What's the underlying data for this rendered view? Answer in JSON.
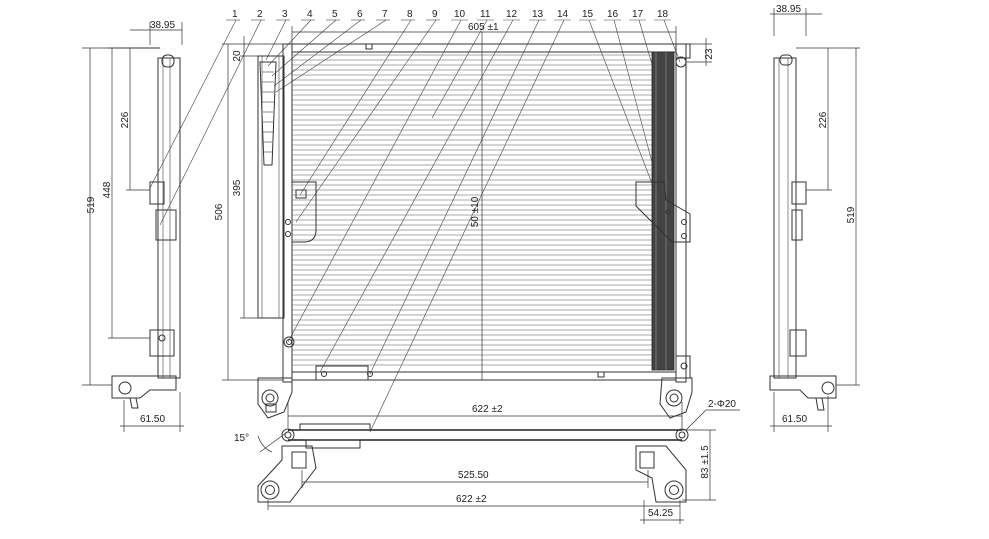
{
  "callouts": [
    "1",
    "2",
    "3",
    "4",
    "5",
    "6",
    "7",
    "8",
    "9",
    "10",
    "11",
    "12",
    "13",
    "14",
    "15",
    "16",
    "17",
    "18"
  ],
  "colors": {
    "line": "#333333",
    "background": "#ffffff",
    "core": "#555555"
  },
  "dimensions": {
    "left_top_width": "38.95",
    "left_total_height": "519",
    "left_mid_height": "448",
    "left_small_height": "226",
    "left_bottom_width": "61.50",
    "front_height_506": "506",
    "front_height_395": "395",
    "front_top_20": "20",
    "front_width_605": "605 ±1",
    "front_core_label": "50 ±10",
    "front_right_23": "23",
    "bottom_width_622_top": "622 ±2",
    "bottom_hole": "2-Φ20",
    "bottom_angle": "15°",
    "bottom_height_83": "83 ±1.5",
    "bottom_inner_width": "525.50",
    "bottom_width_622_bottom": "622 ±2",
    "bottom_offset": "54.25",
    "right_top_width": "38.95",
    "right_small_height": "226",
    "right_total_height": "519",
    "right_bottom_width": "61.50"
  }
}
